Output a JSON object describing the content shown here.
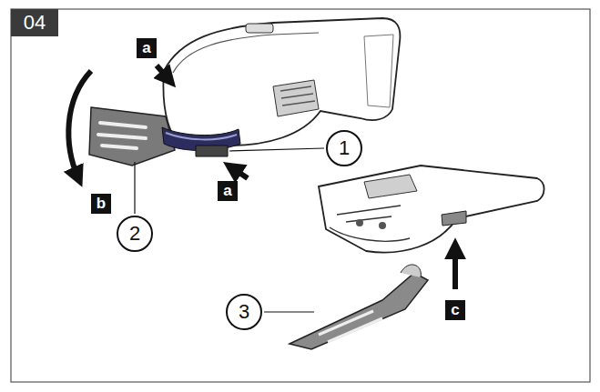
{
  "diagram": {
    "nodes": [
      {
        "text": [
          "04"
        ]
      },
      {
        "text": [
          "a"
        ]
      },
      {
        "text": [
          "1"
        ]
      },
      {
        "text": [
          "a"
        ]
      },
      {
        "text": [
          "b"
        ]
      },
      {
        "text": [
          "2"
        ]
      },
      {
        "text": [
          "3"
        ]
      },
      {
        "text": [
          "c"
        ]
      }
    ]
  }
}
